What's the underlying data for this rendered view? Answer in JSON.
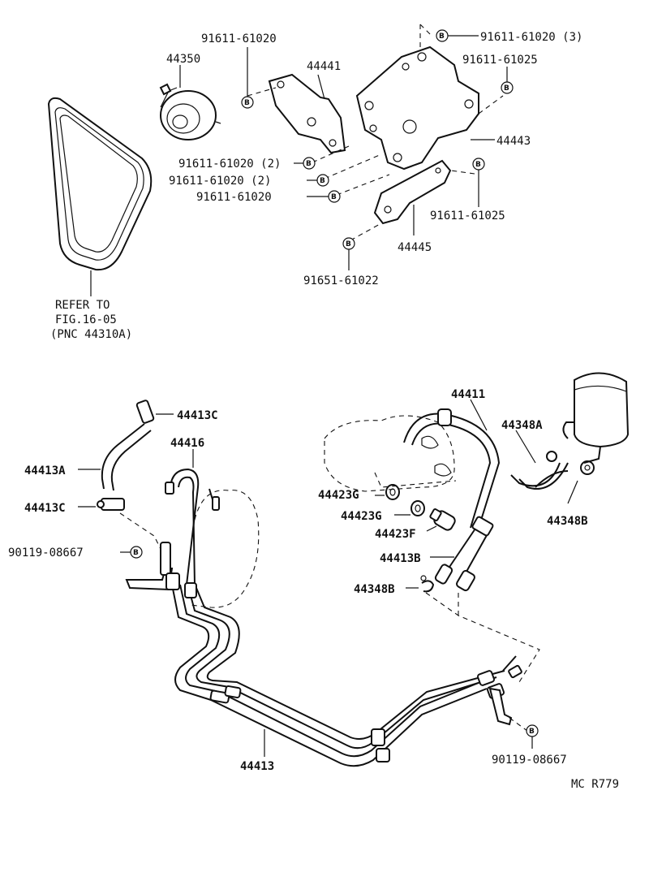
{
  "diagram": {
    "ref_note": [
      "REFER TO",
      "FIG.16-05",
      "(PNC 44310A)"
    ],
    "bolt_symbol": "B",
    "code": "MC R779",
    "labels": {
      "b_91611_61020_a": "91611-61020",
      "p_44350": "44350",
      "p_44441": "44441",
      "b_91611_61020_3": "91611-61020 (3)",
      "b_91611_61025_a": "91611-61025",
      "p_44443": "44443",
      "b_91611_61020_2a": "91611-61020 (2)",
      "b_91611_61020_2b": "91611-61020 (2)",
      "b_91611_61020_b": "91611-61020",
      "b_91611_61025_b": "91611-61025",
      "p_44445": "44445",
      "b_91651_61022": "91651-61022",
      "p_44413C_a": "44413C",
      "p_44416": "44416",
      "p_44413A": "44413A",
      "p_44413C_b": "44413C",
      "b_90119_08667_a": "90119-08667",
      "p_44411": "44411",
      "p_44348A": "44348A",
      "p_44423G_a": "44423G",
      "p_44423G_b": "44423G",
      "p_44423F": "44423F",
      "p_44348B_a": "44348B",
      "p_44413B": "44413B",
      "p_44348B_b": "44348B",
      "p_44413": "44413",
      "b_90119_08667_b": "90119-08667"
    }
  }
}
